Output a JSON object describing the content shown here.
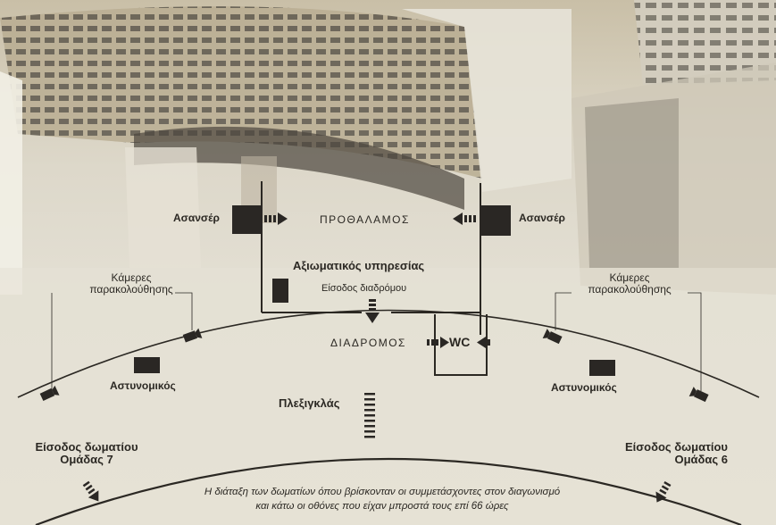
{
  "labels": {
    "elevator_left": "Ασανσέρ",
    "elevator_right": "Ασανσέρ",
    "lobby": "ΠΡΟΘΑΛΑΜΟΣ",
    "duty_officer": "Αξιωματικός υπηρεσίας",
    "corridor_entrance": "Είσοδος διαδρόμου",
    "corridor": "ΔΙΑΔΡΟΜΟΣ",
    "wc": "WC",
    "cameras_left_line1": "Κάμερες",
    "cameras_left_line2": "παρακολούθησης",
    "cameras_right_line1": "Κάμερες",
    "cameras_right_line2": "παρακολούθησης",
    "police_left": "Αστυνομικός",
    "police_right": "Αστυνομικός",
    "plexiglass": "Πλεξιγκλάς",
    "room_left_line1": "Είσοδος δωματίου",
    "room_left_line2": "Ομάδας 7",
    "room_right_line1": "Είσοδος δωματίου",
    "room_right_line2": "Ομάδας 6",
    "caption_line1": "Η διάταξη των δωματίων όπου βρίσκονταν οι συμμετάσχοντες στον διαγωνισμό",
    "caption_line2": "και κάτω οι οθόνες που είχαν μπροστά τους επί 66 ώρες"
  },
  "colors": {
    "ink": "#2b2823",
    "marker": "#2a2724"
  },
  "icons": [
    "camera-icon",
    "arrow-right-icon",
    "arrow-left-icon",
    "arrow-down-icon"
  ]
}
